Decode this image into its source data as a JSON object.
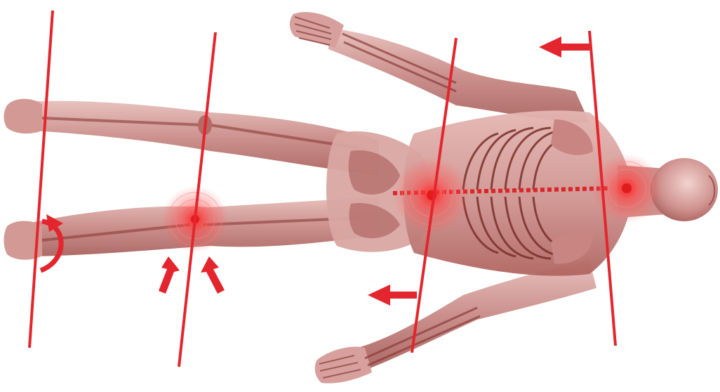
{
  "image": {
    "subject": "anatomical-body-illustration",
    "palette": {
      "background": "#ffffff",
      "muscle": "#c98a86",
      "muscle_dark": "#9e4f4c",
      "muscle_light": "#e8c2bf",
      "bone": "#8a3a36",
      "marker": "#e3262d",
      "pain_glow": "#ff3b3b"
    },
    "markers": {
      "vertical_lines": 4,
      "pain_points": 3,
      "straight_arrows": 4,
      "curved_arrows": 1
    }
  }
}
